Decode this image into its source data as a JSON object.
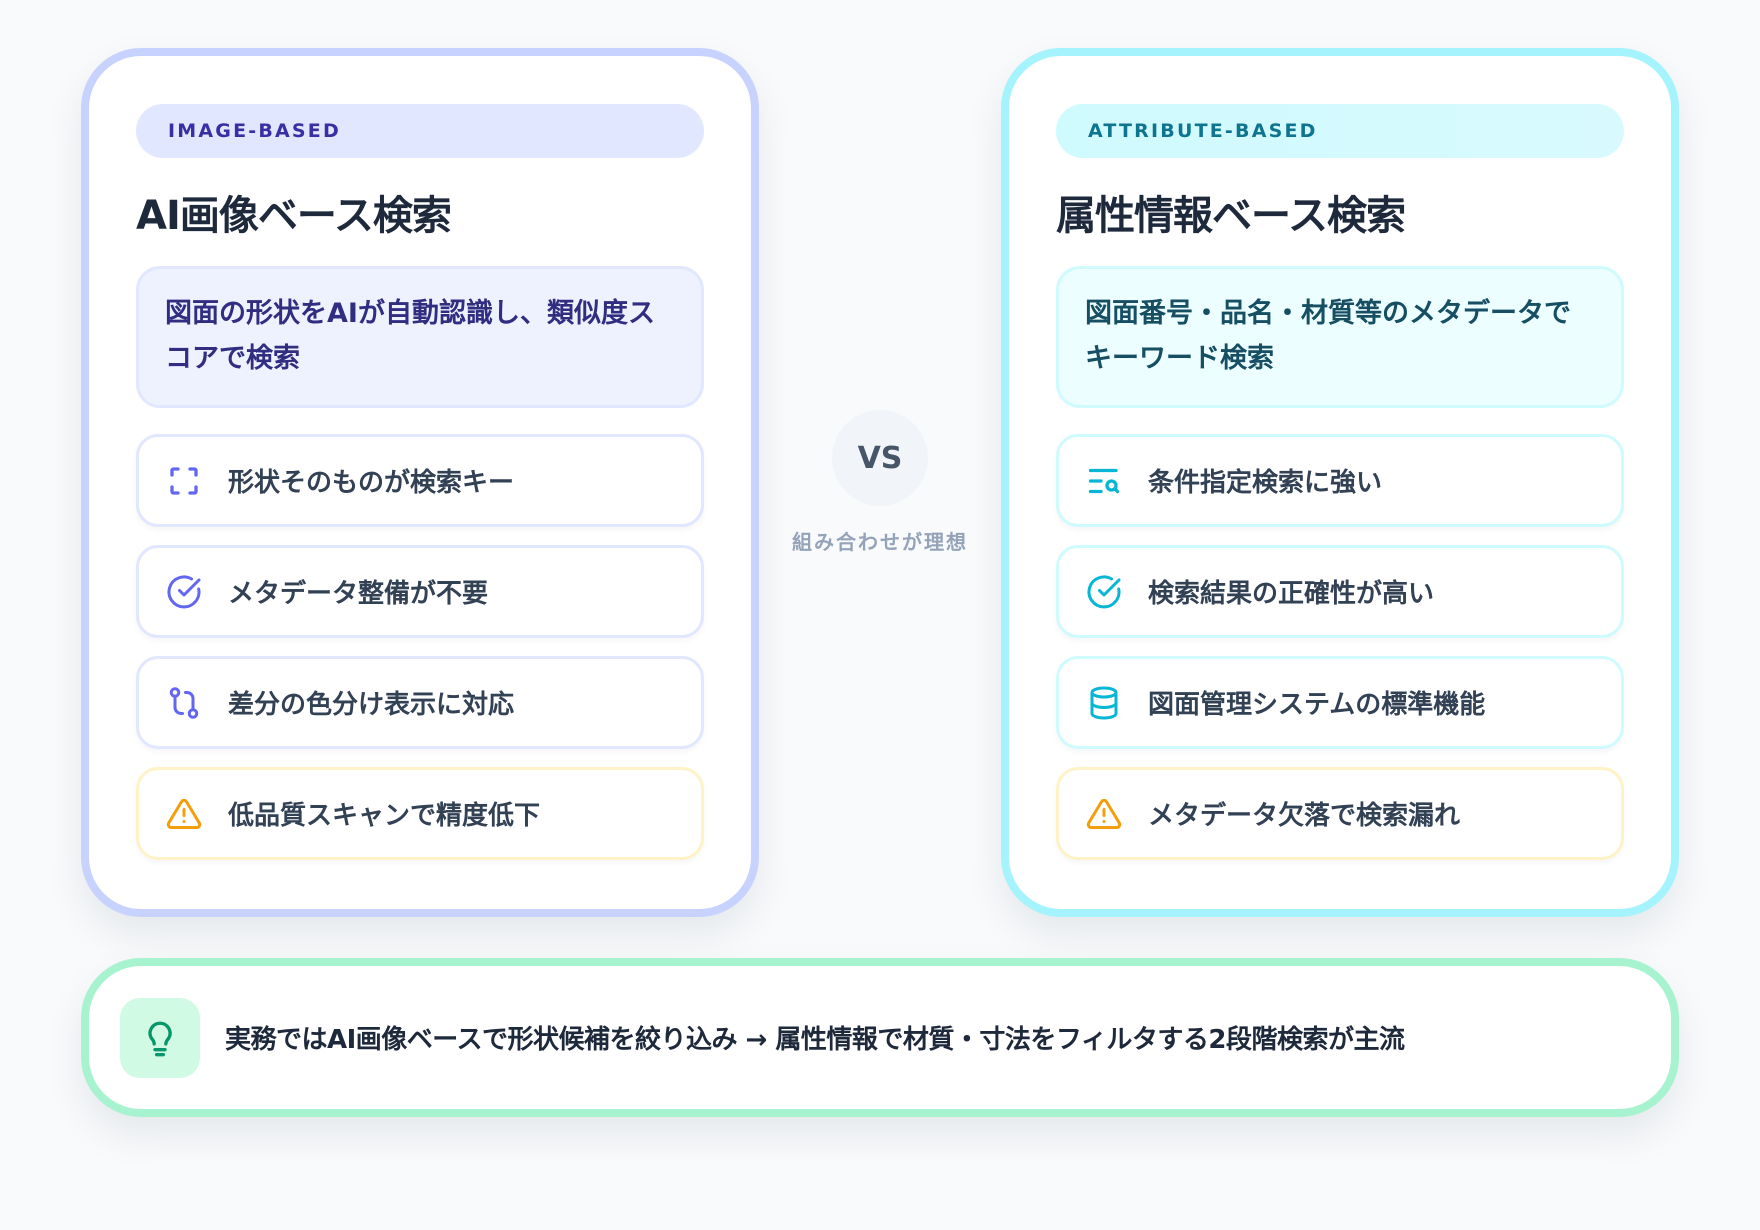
{
  "colors": {
    "background": "#f8fafc",
    "image_accent": "#6366f1",
    "image_border": "#c7d2fe",
    "attribute_accent": "#06b6d4",
    "attribute_border": "#a5f3fc",
    "warning": "#f59e0b",
    "tip_accent": "#059669",
    "tip_border": "#a7f3d0"
  },
  "left_card": {
    "badge": "IMAGE-BASED",
    "title": "AI画像ベース検索",
    "description": "図面の形状をAIが自動認識し、類似度スコアで検索",
    "features": [
      {
        "icon": "scan-frame-icon",
        "label": "形状そのものが検索キー",
        "type": "pro"
      },
      {
        "icon": "check-circle-icon",
        "label": "メタデータ整備が不要",
        "type": "pro"
      },
      {
        "icon": "git-compare-icon",
        "label": "差分の色分け表示に対応",
        "type": "pro"
      },
      {
        "icon": "warning-triangle-icon",
        "label": "低品質スキャンで精度低下",
        "type": "con"
      }
    ]
  },
  "divider": {
    "vs_label": "VS",
    "caption": "組み合わせが理想"
  },
  "right_card": {
    "badge": "ATTRIBUTE-BASED",
    "title": "属性情報ベース検索",
    "description": "図面番号・品名・材質等のメタデータでキーワード検索",
    "features": [
      {
        "icon": "list-search-icon",
        "label": "条件指定検索に強い",
        "type": "pro"
      },
      {
        "icon": "check-circle-icon",
        "label": "検索結果の正確性が高い",
        "type": "pro"
      },
      {
        "icon": "database-icon",
        "label": "図面管理システムの標準機能",
        "type": "pro"
      },
      {
        "icon": "warning-triangle-icon",
        "label": "メタデータ欠落で検索漏れ",
        "type": "con"
      }
    ]
  },
  "tip_banner": {
    "icon": "lightbulb-icon",
    "text": "実務ではAI画像ベースで形状候補を絞り込み → 属性情報で材質・寸法をフィルタする2段階検索が主流"
  }
}
